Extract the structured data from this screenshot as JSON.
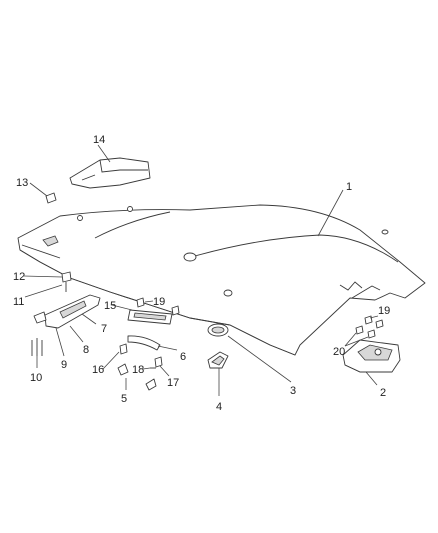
{
  "callouts": [
    {
      "id": "c1",
      "label": "1"
    },
    {
      "id": "c2",
      "label": "2"
    },
    {
      "id": "c3",
      "label": "3"
    },
    {
      "id": "c4",
      "label": "4"
    },
    {
      "id": "c5",
      "label": "5"
    },
    {
      "id": "c6",
      "label": "6"
    },
    {
      "id": "c7",
      "label": "7"
    },
    {
      "id": "c8",
      "label": "8"
    },
    {
      "id": "c9",
      "label": "9"
    },
    {
      "id": "c10",
      "label": "10"
    },
    {
      "id": "c11",
      "label": "11"
    },
    {
      "id": "c12",
      "label": "12"
    },
    {
      "id": "c13",
      "label": "13"
    },
    {
      "id": "c14",
      "label": "14"
    },
    {
      "id": "c15",
      "label": "15"
    },
    {
      "id": "c16",
      "label": "16"
    },
    {
      "id": "c17",
      "label": "17"
    },
    {
      "id": "c18",
      "label": "18"
    },
    {
      "id": "c19a",
      "label": "19"
    },
    {
      "id": "c19b",
      "label": "19"
    },
    {
      "id": "c20",
      "label": "20"
    }
  ]
}
